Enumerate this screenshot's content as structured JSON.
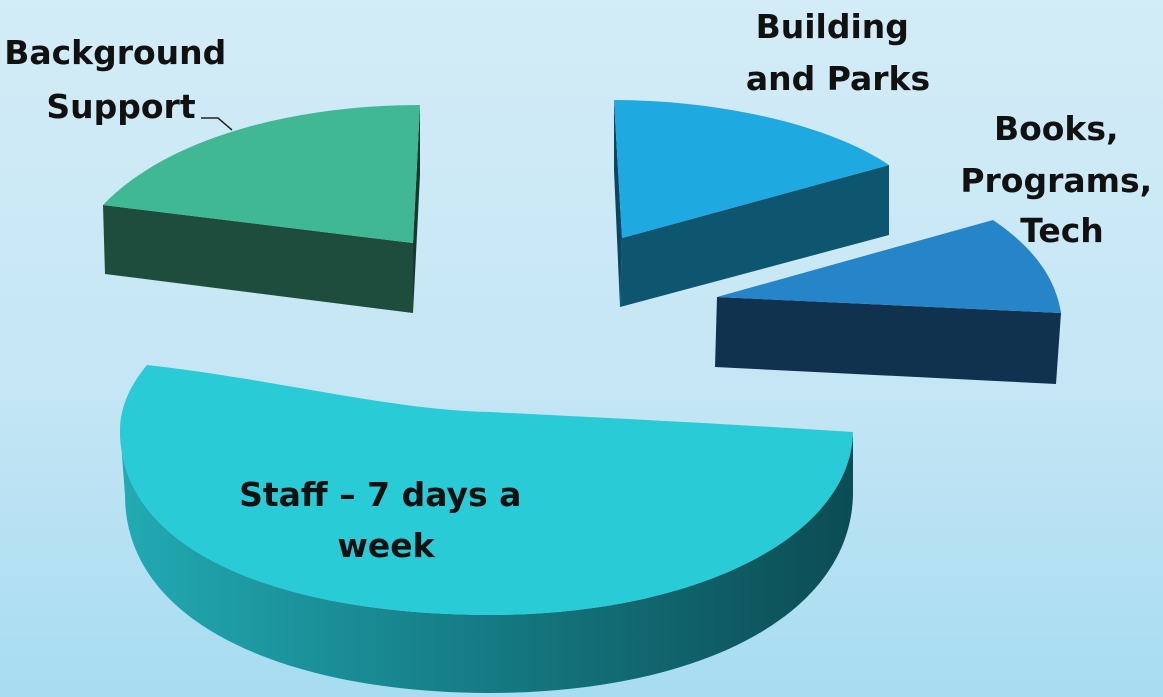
{
  "chart_data": {
    "type": "pie",
    "title": "",
    "slices": [
      {
        "label_lines": [
          "Staff – 7 days a",
          "week"
        ],
        "value": 52,
        "color": "#29cbd6",
        "side_light": "#22aab3",
        "side_dark": "#0d4f57"
      },
      {
        "label_lines": [
          "Background",
          "Support"
        ],
        "value": 20,
        "color": "#41b894",
        "side_light": "#1e4c3d",
        "side_dark": "#1e4c3d"
      },
      {
        "label_lines": [
          "Building",
          "and Parks"
        ],
        "value": 17,
        "color": "#1eaae0",
        "side_light": "#0e5570",
        "side_dark": "#0e5570"
      },
      {
        "label_lines": [
          "Books,",
          "Programs,",
          "Tech"
        ],
        "value": 11,
        "color": "#2585c8",
        "side_light": "#10324f",
        "side_dark": "#10324f"
      }
    ]
  }
}
